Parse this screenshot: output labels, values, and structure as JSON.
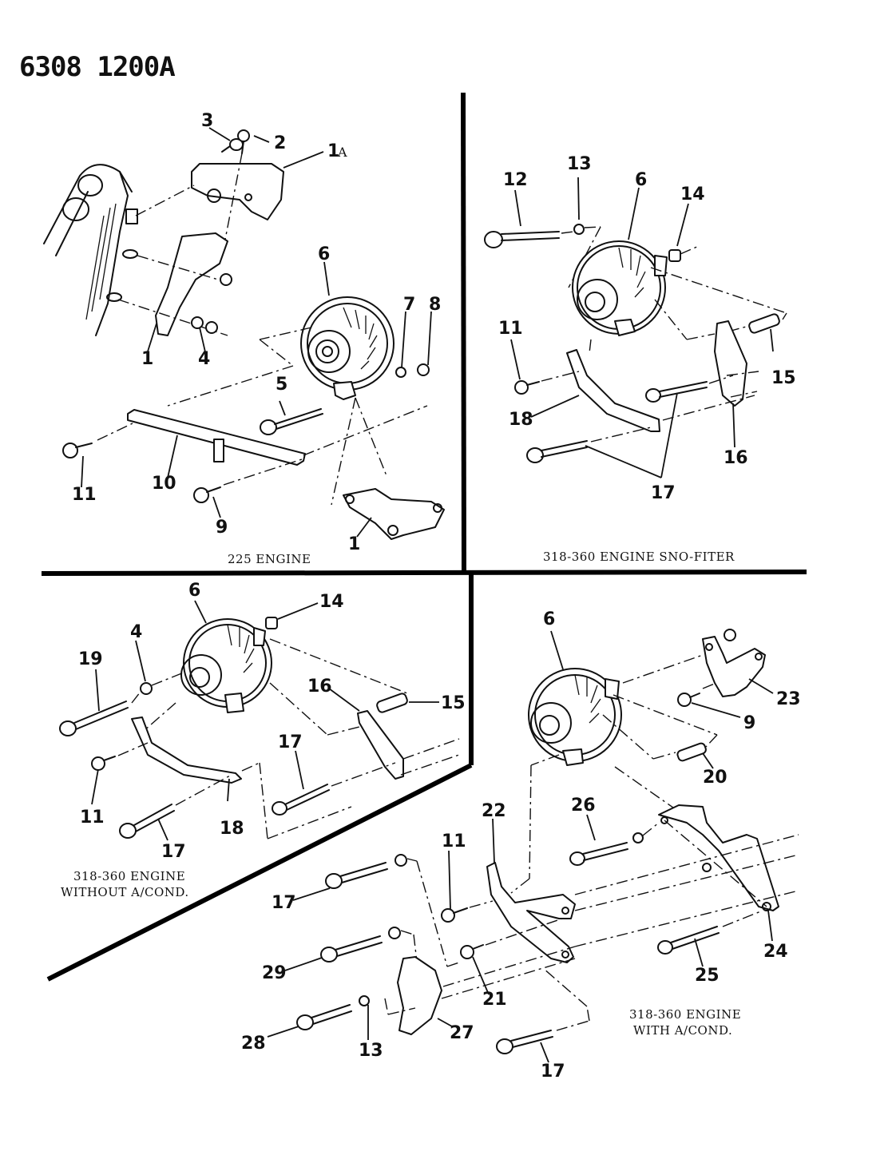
{
  "document": {
    "id": "6308 1200A",
    "id_main": "6308 1200",
    "id_suffix": "A"
  },
  "panels": {
    "top_left": {
      "caption": "225 ENGINE",
      "callouts": [
        "3",
        "2",
        "1",
        "A",
        "6",
        "7",
        "8",
        "1",
        "4",
        "5",
        "11",
        "10",
        "9",
        "1"
      ]
    },
    "top_right": {
      "caption": "318-360 ENGINE SNO-FITER",
      "callouts": [
        "12",
        "13",
        "6",
        "14",
        "11",
        "15",
        "18",
        "16",
        "17"
      ]
    },
    "bottom_left": {
      "caption_line1": "318-360 ENGINE",
      "caption_line2": "WITHOUT A/COND.",
      "callouts": [
        "6",
        "14",
        "4",
        "19",
        "16",
        "15",
        "17",
        "11",
        "18",
        "17"
      ]
    },
    "bottom_right": {
      "caption_line1": "318-360 ENGINE",
      "caption_line2": "WITH A/COND.",
      "callouts": [
        "6",
        "23",
        "9",
        "20",
        "22",
        "26",
        "11",
        "17",
        "24",
        "29",
        "21",
        "25",
        "28",
        "13",
        "27",
        "17"
      ]
    }
  }
}
